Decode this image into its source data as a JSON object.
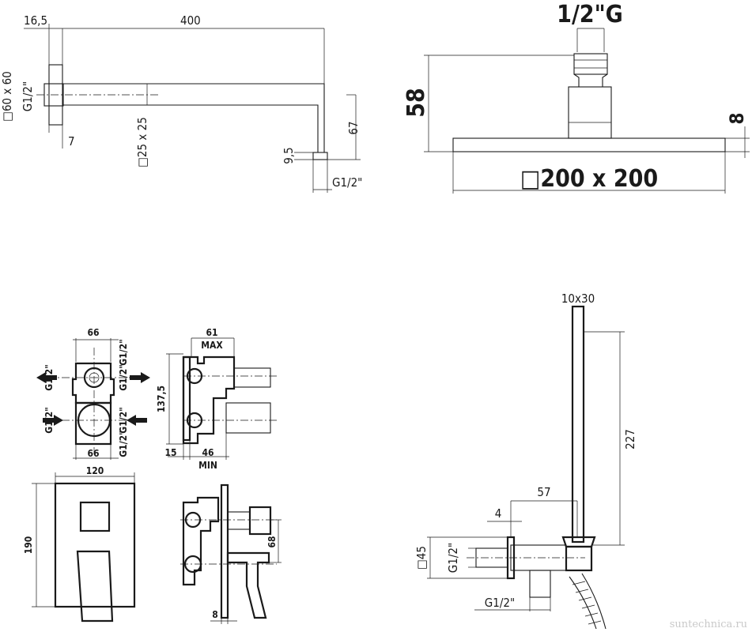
{
  "arm": {
    "dim_offset": "16,5",
    "dim_length": "400",
    "dim_flange": "□60 x 60",
    "dim_thread": "G1/2\"",
    "dim_flange_depth": "7",
    "dim_section": "□25 x 25",
    "dim_drop": "67",
    "dim_outlet": "9,5",
    "dim_outlet_thread": "G1/2\""
  },
  "head": {
    "dim_connection": "1/2\"G",
    "dim_height": "58",
    "dim_plate": "8",
    "dim_size": "□200 x 200"
  },
  "mixer_body": {
    "dim_width_top": "66",
    "dim_width_bottom": "66",
    "thread_labels": [
      "G1/2\"",
      "G1/2\"",
      "G1/2\"",
      "G1/2\"",
      "G1/2\"",
      "G1/2\""
    ],
    "dim_depth_max": "61",
    "label_max": "MAX",
    "dim_height": "137,5",
    "dim_front": "15",
    "dim_depth_min": "46",
    "label_min": "MIN"
  },
  "trim": {
    "dim_width": "120",
    "dim_height": "190",
    "dim_lever": "68",
    "dim_plate": "8"
  },
  "hand_shower": {
    "dim_handle": "10x30",
    "dim_length": "227",
    "dim_depth": "57",
    "dim_wall": "4",
    "dim_flange": "□45",
    "dim_thread": "G1/2\"",
    "dim_bottom_thread": "G1/2\""
  },
  "watermark": "suntechnica.ru"
}
